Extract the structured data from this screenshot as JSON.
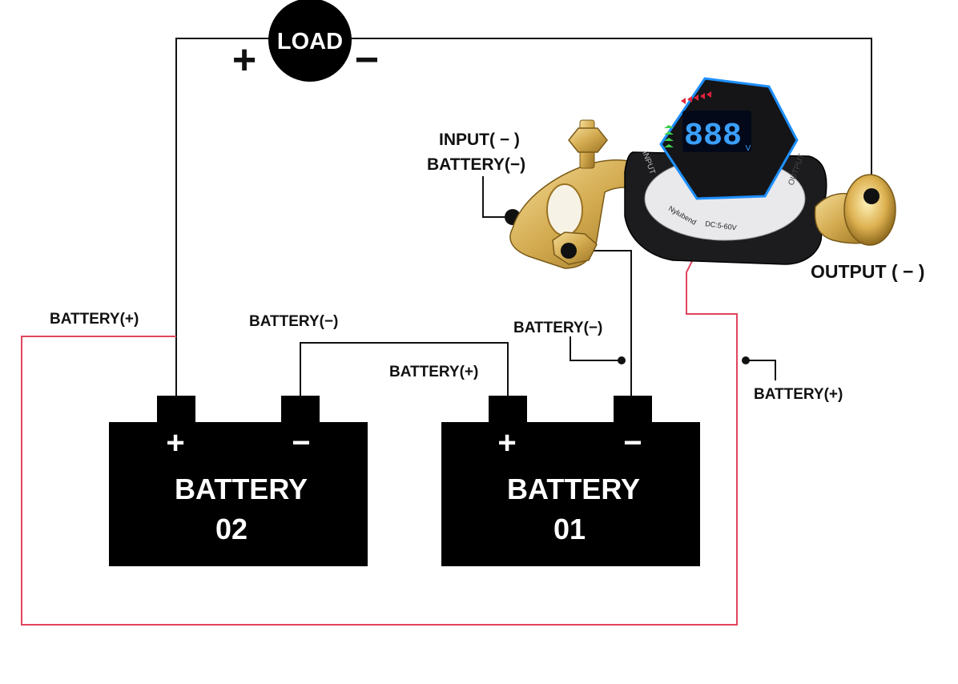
{
  "load": {
    "label": "LOAD",
    "plus": "+",
    "minus": "−"
  },
  "batteries": [
    {
      "id": "battery-02",
      "line1": "BATTERY",
      "line2": "02",
      "plus": "+",
      "minus": "−"
    },
    {
      "id": "battery-01",
      "line1": "BATTERY",
      "line2": "01",
      "plus": "+",
      "minus": "−"
    }
  ],
  "labels": {
    "input_minus": "INPUT( − )",
    "input_battery_minus": "BATTERY(−)",
    "output_minus": "OUTPUT ( − )",
    "b2_plus": "BATTERY(+)",
    "bridge_minus": "BATTERY(−)",
    "b1_plus": "BATTERY(+)",
    "b1_minus": "BATTERY(−)",
    "right_plus": "BATTERY(+)"
  },
  "device": {
    "display": "888",
    "unit": "V",
    "side_input": "INPUT",
    "side_output": "OUTPUT",
    "brand": "Nylubend",
    "rating": "DC:5-60V",
    "colors": {
      "body": "#1c1c1e",
      "glow": "#1e90ff",
      "brass": "#d9b25a",
      "digits": "#3aa0ff"
    }
  },
  "wire_colors": {
    "black": "#111111",
    "red": "#e0455e"
  }
}
